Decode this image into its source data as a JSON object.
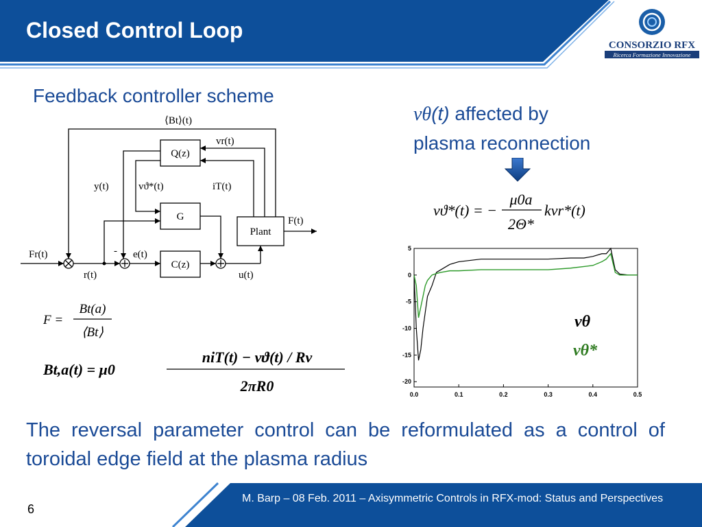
{
  "slide": {
    "title": "Closed Control Loop",
    "subtitle": "Feedback controller scheme",
    "caption_symbol": "vθ",
    "caption_t": "(t)",
    "caption_rest1": " affected by",
    "caption_rest2": "plasma reconnection",
    "bottom_text": "The reversal parameter control can be reformulated as a control of toroidal edge field at the plasma radius",
    "page_number": "6",
    "footer": "M. Barp – 08 Feb. 2011 – Axisymmetric Controls in RFX-mod: Status and Perspectives"
  },
  "logo": {
    "name": "CONSORZIO RFX",
    "tagline": "Ricerca Formazione Innovazione"
  },
  "colors": {
    "header_blue": "#0d4f9a",
    "accent_blue": "#1a4a96",
    "light_blue": "#3d83d0",
    "green": "#2d7a1f"
  },
  "diagram": {
    "top_label": "⟨Bt⟩(t)",
    "vr": "vr(t)",
    "q": "Q(z)",
    "y": "y(t)",
    "vtheta": "vϑ*(t)",
    "iT": "iT(t)",
    "g": "G",
    "plant": "Plant",
    "F": "F(t)",
    "Fr": "Fr(t)",
    "minus": "-",
    "e": "e(t)",
    "c": "C(z)",
    "r": "r(t)",
    "u": "u(t)"
  },
  "formulas": {
    "vstar_lhs": "vϑ*(t) = −",
    "vstar_num": "μ0a",
    "vstar_den": "2Θ*",
    "vstar_rhs": "kvr*(t)",
    "F_lhs": "F =",
    "F_num": "Bt(a)",
    "F_den": "⟨Bt⟩",
    "B_lhs": "Bt,a(t) = μ0",
    "B_num": "niT(t) − vϑ(t) / Rv",
    "B_den": "2πR0"
  },
  "chart_data": {
    "type": "line",
    "xlim": [
      0.0,
      0.5
    ],
    "ylim": [
      -21,
      5
    ],
    "x_ticks": [
      "0.0",
      "0.1",
      "0.2",
      "0.3",
      "0.4",
      "0.5"
    ],
    "y_ticks": [
      "5",
      "0",
      "-5",
      "-10",
      "-15",
      "-20"
    ],
    "legend": [
      "vθ",
      "vθ*"
    ],
    "series": [
      {
        "name": "vθ",
        "color": "#000000",
        "x": [
          0.0,
          0.005,
          0.01,
          0.015,
          0.02,
          0.025,
          0.03,
          0.04,
          0.05,
          0.06,
          0.08,
          0.1,
          0.15,
          0.2,
          0.25,
          0.3,
          0.35,
          0.38,
          0.4,
          0.42,
          0.43,
          0.44,
          0.45,
          0.46,
          0.48,
          0.5
        ],
        "y": [
          0,
          -10,
          -16,
          -14,
          -10,
          -7,
          -4,
          -2,
          0.5,
          1,
          2,
          2.5,
          3,
          3,
          3,
          3,
          3.2,
          3.2,
          3.5,
          4,
          4,
          5,
          1,
          0.2,
          0,
          0
        ]
      },
      {
        "name": "vθ*",
        "color": "#2d9a2a",
        "x": [
          0.0,
          0.005,
          0.01,
          0.015,
          0.02,
          0.025,
          0.03,
          0.04,
          0.05,
          0.06,
          0.08,
          0.1,
          0.15,
          0.2,
          0.25,
          0.3,
          0.35,
          0.38,
          0.4,
          0.42,
          0.43,
          0.44,
          0.45,
          0.46,
          0.48,
          0.5
        ],
        "y": [
          0,
          -2,
          -8,
          -6,
          -4,
          -2,
          -1,
          0,
          0.3,
          0.5,
          0.8,
          0.8,
          1,
          1,
          1,
          1,
          1.3,
          1.6,
          1.8,
          2.5,
          3,
          4,
          0.5,
          0,
          0,
          0
        ]
      }
    ]
  }
}
